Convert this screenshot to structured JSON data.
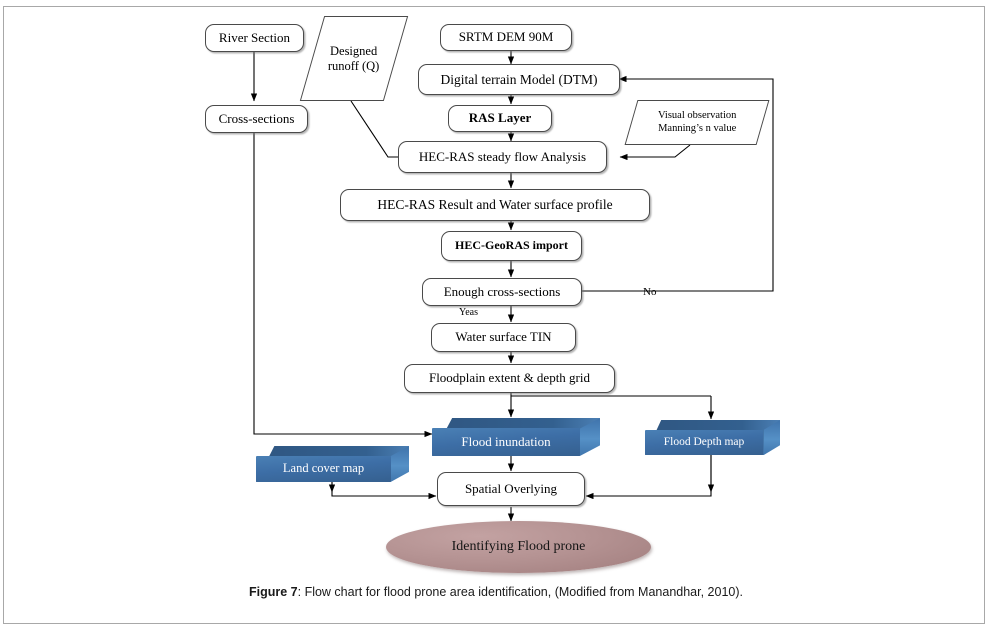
{
  "figure": {
    "label": "Figure 7",
    "caption_text": ": Flow chart for flood prone area identification, (Modified from Manandhar, 2010)."
  },
  "colors": {
    "box_border": "#4a4a4a",
    "box_fill": "#ffffff",
    "cube_front": "#3d6ea6",
    "cube_top": "#33608f",
    "cube_side": "#5590c6",
    "ellipse_fill": "#b59393",
    "line": "#000000",
    "page_border": "#a8a8a8"
  },
  "nodes": {
    "river_section": {
      "label": "River Section",
      "shape": "process"
    },
    "cross_sections": {
      "label": "Cross-sections",
      "shape": "process"
    },
    "designed_runoff": {
      "label": "Designed\nrunoff (Q)",
      "line1": "Designed",
      "line2": "runoff (Q)",
      "shape": "input-parallelogram"
    },
    "srtm_dem": {
      "label": "SRTM DEM 90M",
      "shape": "process"
    },
    "dtm": {
      "label": "Digital terrain Model (DTM)",
      "shape": "process"
    },
    "ras_layer": {
      "label": "RAS Layer",
      "shape": "process",
      "bold": true
    },
    "visual_observation": {
      "line1": "Visual observation",
      "line2": "Manning’s n value",
      "shape": "input-parallelogram"
    },
    "hecras_steady": {
      "label": "HEC-RAS steady flow Analysis",
      "shape": "process"
    },
    "hecras_result": {
      "label": "HEC-RAS Result and Water surface profile",
      "shape": "process"
    },
    "geo_ras_import": {
      "label": "HEC-GeoRAS  import",
      "shape": "process",
      "bold": true
    },
    "enough_cross_sections": {
      "label": "Enough cross-sections",
      "shape": "decision-process"
    },
    "water_surface_tin": {
      "label": "Water surface TIN",
      "shape": "process"
    },
    "floodplain_extent": {
      "label": "Floodplain extent & depth grid",
      "shape": "process"
    },
    "flood_inundation": {
      "label": "Flood inundation",
      "shape": "cube-3d"
    },
    "flood_depth_map": {
      "label": "Flood Depth map",
      "shape": "cube-3d"
    },
    "land_cover_map": {
      "label": "Land cover map",
      "shape": "cube-3d"
    },
    "spatial_overlying": {
      "label": "Spatial  Overlying",
      "shape": "process"
    },
    "identifying_flood_prone": {
      "label": "Identifying Flood prone",
      "shape": "ellipse"
    }
  },
  "edge_labels": {
    "yes_branch": "Yeas",
    "no_branch": "No"
  }
}
